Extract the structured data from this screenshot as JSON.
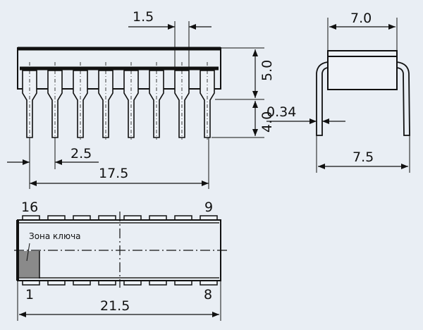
{
  "colors": {
    "background": "#e9eef4",
    "line": "#111111",
    "key_zone": "#8a8a8a"
  },
  "front_view": {
    "pin_count": 8,
    "dims": {
      "pitch_top": "1.5",
      "body_height": "5.0",
      "lead_length": "4.0",
      "pitch": "2.5",
      "span": "17.5"
    }
  },
  "side_view": {
    "dims": {
      "body_width": "7.0",
      "lead_thickness": "0.34",
      "lead_span": "7.5"
    }
  },
  "top_view": {
    "pin_labels": {
      "top_left": "16",
      "top_right": "9",
      "bottom_left": "1",
      "bottom_right": "8"
    },
    "key_zone_label": "Зона ключа",
    "length": "21.5"
  }
}
